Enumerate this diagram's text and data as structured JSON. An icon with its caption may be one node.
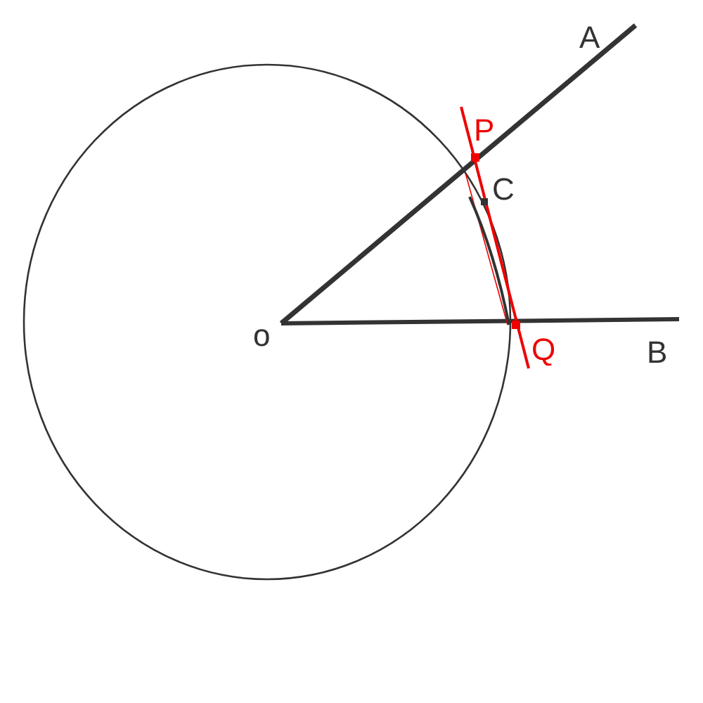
{
  "diagram": {
    "labels": [
      "A",
      "P",
      "C",
      "o",
      "Q",
      "B"
    ]
  }
}
